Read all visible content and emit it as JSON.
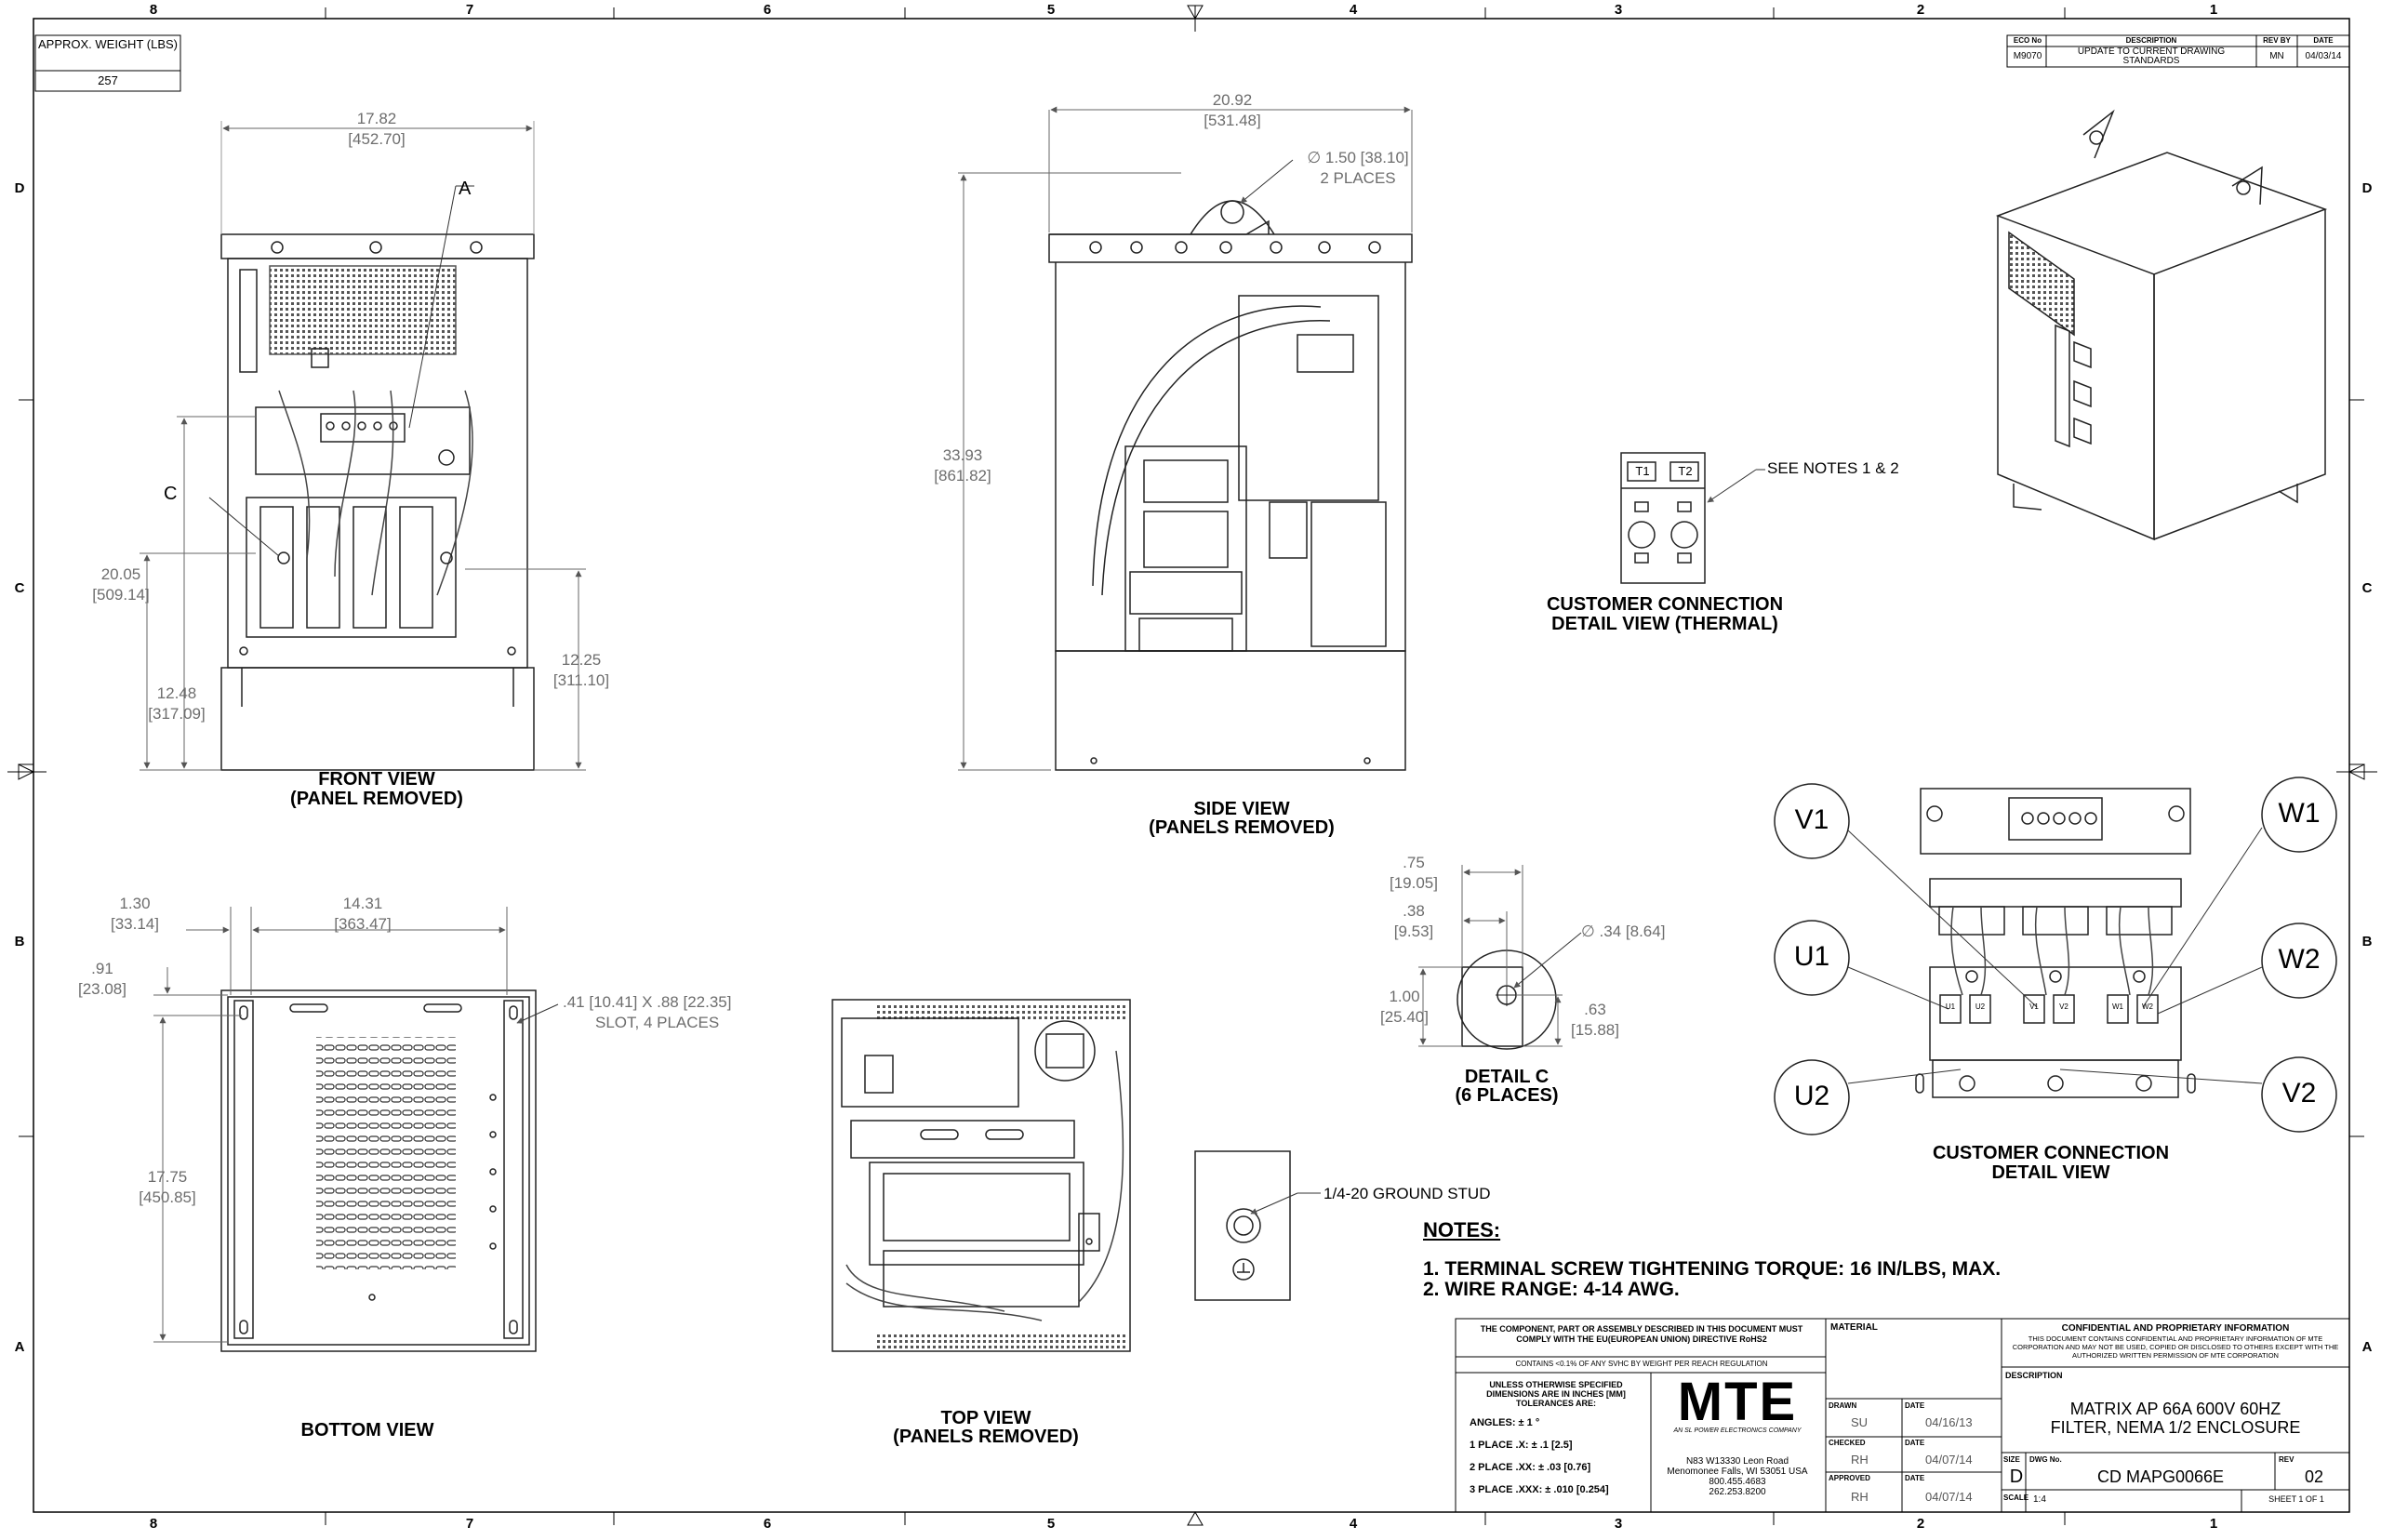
{
  "sheet": {
    "zones_horizontal": [
      "8",
      "7",
      "6",
      "5",
      "4",
      "3",
      "2",
      "1"
    ],
    "zones_vertical": [
      "D",
      "C",
      "B",
      "A"
    ]
  },
  "weight_box": {
    "label": "APPROX. WEIGHT (LBS)",
    "value": "257"
  },
  "revision_block": {
    "headers": [
      "ECO No",
      "DESCRIPTION",
      "REV BY",
      "DATE"
    ],
    "row": [
      "M9070",
      "UPDATE TO CURRENT DRAWING STANDARDS",
      "MN",
      "04/03/14"
    ]
  },
  "front_view": {
    "title": "FRONT VIEW",
    "subtitle": "(PANEL REMOVED)",
    "width_in": "17.82",
    "width_mm": "[452.70]",
    "h1_in": "20.05",
    "h1_mm": "[509.14]",
    "h2_in": "12.48",
    "h2_mm": "[317.09]",
    "h3_in": "12.25",
    "h3_mm": "[311.10]",
    "callout_a": "A",
    "callout_c": "C"
  },
  "side_view": {
    "title": "SIDE VIEW",
    "subtitle": "(PANELS REMOVED)",
    "width_in": "20.92",
    "width_mm": "[531.48]",
    "height_in": "33.93",
    "height_mm": "[861.82]",
    "hole_dia": "∅ 1.50 [38.10]",
    "hole_places": "2 PLACES"
  },
  "bottom_view": {
    "title": "BOTTOM VIEW",
    "d1_in": "1.30",
    "d1_mm": "[33.14]",
    "d2_in": "14.31",
    "d2_mm": "[363.47]",
    "d3_in": ".91",
    "d3_mm": "[23.08]",
    "d4_in": "17.75",
    "d4_mm": "[450.85]",
    "slot_note": ".41 [10.41] X .88 [22.35]",
    "slot_places": "SLOT, 4 PLACES"
  },
  "top_view": {
    "title": "TOP VIEW",
    "subtitle": "(PANELS REMOVED)",
    "ground_stud": "1/4-20 GROUND STUD"
  },
  "detail_c": {
    "title": "DETAIL C",
    "subtitle": "(6 PLACES)",
    "d1_in": ".75",
    "d1_mm": "[19.05]",
    "d2_in": ".38",
    "d2_mm": "[9.53]",
    "d3_in": "1.00",
    "d3_mm": "[25.40]",
    "d4_in": ".63",
    "d4_mm": "[15.88]",
    "hole": "∅ .34 [8.64]"
  },
  "thermal_detail": {
    "title": "CUSTOMER CONNECTION",
    "subtitle": "DETAIL VIEW (THERMAL)",
    "note": "SEE NOTES 1 & 2",
    "terminals": [
      "T1",
      "T2"
    ]
  },
  "connection_detail": {
    "title": "CUSTOMER CONNECTION",
    "subtitle": "DETAIL VIEW",
    "bubbles": [
      "V1",
      "W1",
      "U1",
      "W2",
      "U2",
      "V2"
    ],
    "terminal_labels": [
      "U1",
      "V1",
      "W1",
      "U2",
      "V2",
      "W2"
    ]
  },
  "notes": {
    "heading": "NOTES:",
    "items": [
      "1.  TERMINAL SCREW TIGHTENING TORQUE: 16 IN/LBS, MAX.",
      "2.  WIRE RANGE: 4-14 AWG."
    ]
  },
  "title_block": {
    "compliance": "THE COMPONENT, PART OR ASSEMBLY DESCRIBED IN THIS DOCUMENT MUST COMPLY WITH THE EU(EUROPEAN UNION) DIRECTIVE RoHS2",
    "reach": "CONTAINS <0.1% OF ANY SVHC BY WEIGHT PER REACH REGULATION",
    "tolerance_heading": "UNLESS OTHERWISE SPECIFIED DIMENSIONS ARE IN INCHES [MM] TOLERANCES ARE:",
    "angles": "ANGLES: ± 1 °",
    "tol1": "1 PLACE .X: ± .1 [2.5]",
    "tol2": "2 PLACE .XX: ± .03 [0.76]",
    "tol3": "3 PLACE .XXX: ± .010 [0.254]",
    "logo": "MTE",
    "logo_tag": "AN SL POWER ELECTRONICS COMPANY",
    "address": [
      "N83 W13330 Leon Road",
      "Menomonee Falls, WI 53051 USA",
      "800.455.4683",
      "262.253.8200"
    ],
    "material_label": "MATERIAL",
    "drawn_label": "DRAWN",
    "drawn_by": "SU",
    "drawn_date": "04/16/13",
    "checked_label": "CHECKED",
    "checked_by": "RH",
    "checked_date": "04/07/14",
    "approved_label": "APPROVED",
    "approved_by": "RH",
    "approved_date": "04/07/14",
    "date_label": "DATE",
    "confidential_title": "CONFIDENTIAL AND PROPRIETARY INFORMATION",
    "confidential_text": "THIS DOCUMENT CONTAINS CONFIDENTIAL AND PROPRIETARY INFORMATION OF MTE CORPORATION AND MAY NOT BE USED, COPIED OR DISCLOSED TO OTHERS EXCEPT WITH THE AUTHORIZED WRITTEN PERMISSION OF MTE CORPORATION",
    "description_label": "DESCRIPTION",
    "description_1": "MATRIX AP 66A 600V 60HZ",
    "description_2": "FILTER, NEMA 1/2 ENCLOSURE",
    "size_label": "SIZE",
    "size": "D",
    "dwg_label": "DWG No.",
    "dwg_no": "CD MAPG0066E",
    "rev_label": "REV",
    "rev": "02",
    "scale_label": "SCALE",
    "scale": "1:4",
    "sheet": "SHEET 1  OF 1"
  }
}
